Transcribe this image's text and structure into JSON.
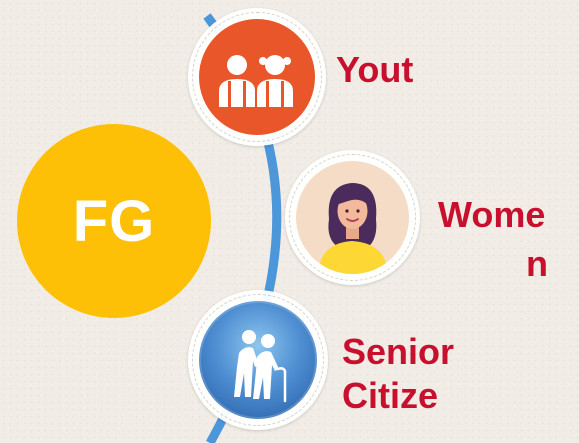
{
  "center": {
    "label": "FG",
    "color": "#fec006"
  },
  "nodes": [
    {
      "key": "youth",
      "label": "Yout",
      "icon": "two-youth-people-icon",
      "circle_color": "#e9562a"
    },
    {
      "key": "women",
      "label_line1": "Wome",
      "label_line2": "n",
      "icon": "woman-avatar-icon",
      "circle_color": "#f5dcc7"
    },
    {
      "key": "senior",
      "label_line1": "Senior",
      "label_line2": "Citize",
      "icon": "elderly-couple-with-cane-icon",
      "circle_color": "#4f8fd2"
    }
  ],
  "colors": {
    "label_text": "#c8102e",
    "connector_line": "#4c96da",
    "background": "#f1ede6"
  }
}
